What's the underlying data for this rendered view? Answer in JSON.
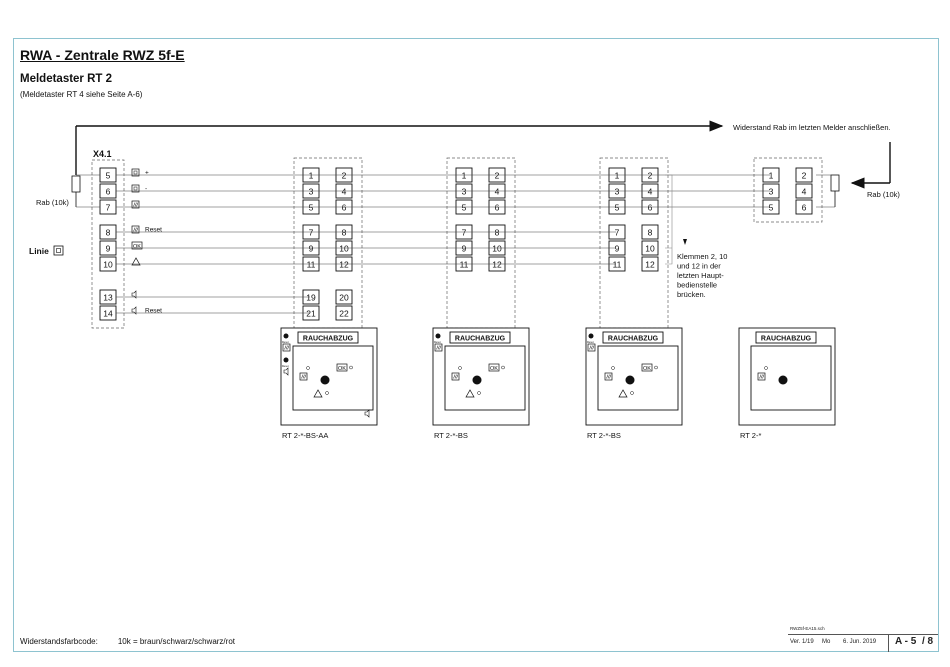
{
  "header": {
    "title": "RWA - Zentrale  RWZ 5f-E",
    "subtitle": "Meldetaster RT 2",
    "note": "(Meldetaster RT 4 siehe Seite A-6)"
  },
  "terminal_block": {
    "label": "X4.1",
    "terminals": [
      "5",
      "6",
      "7",
      "8",
      "9",
      "10",
      "13",
      "14"
    ],
    "signal_labels": [
      "+",
      "-",
      "",
      "Reset",
      "",
      "",
      "",
      "Reset"
    ],
    "resistor_label": "Rab (10k)",
    "line_label": "Linie"
  },
  "instruction": "Widerstand Rab im letzten Melder anschließen.",
  "end_resistor_label": "Rab (10k)",
  "bridge_note": [
    "Klemmen 2, 10",
    "und 12 in der",
    "letzten Haupt-",
    "bedienstelle",
    "brücken."
  ],
  "devices": [
    {
      "terminals": [
        "1",
        "2",
        "3",
        "4",
        "5",
        "6",
        "7",
        "8",
        "9",
        "10",
        "11",
        "12",
        "19",
        "20",
        "21",
        "22"
      ],
      "panel_title": "RAUCHABZUG",
      "model": "RT 2-*-BS-AA"
    },
    {
      "terminals": [
        "1",
        "2",
        "3",
        "4",
        "5",
        "6",
        "7",
        "8",
        "9",
        "10",
        "11",
        "12"
      ],
      "panel_title": "RAUCHABZUG",
      "model": "RT 2-*-BS"
    },
    {
      "terminals": [
        "1",
        "2",
        "3",
        "4",
        "5",
        "6",
        "7",
        "8",
        "9",
        "10",
        "11",
        "12"
      ],
      "panel_title": "RAUCHABZUG",
      "model": "RT 2-*-BS"
    },
    {
      "terminals": [
        "1",
        "2",
        "3",
        "4",
        "5",
        "6"
      ],
      "panel_title": "RAUCHABZUG",
      "model": "RT 2-*"
    }
  ],
  "panel_symbols": {
    "ok": "OK",
    "reset": "Reset"
  },
  "footer": {
    "color_code_label": "Widerstandsfarbcode:",
    "color_code_value": "10k = braun/schwarz/schwarz/rot"
  },
  "title_block": {
    "file": "RWZ5f-EA15.sch",
    "version": "Ver. 1/19",
    "day": "Mo",
    "date": "6. Jun. 2019",
    "page": "A - 5",
    "total": "/ 8"
  }
}
